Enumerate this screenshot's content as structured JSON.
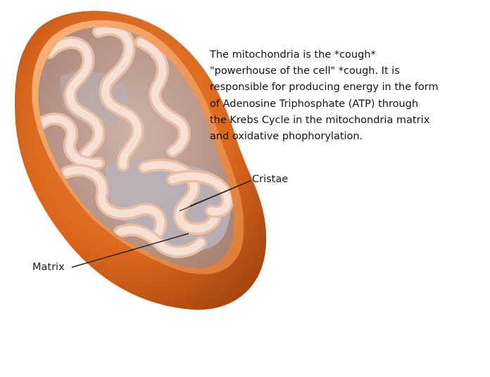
{
  "description": {
    "lines": [
      "The mitochondria is the *cough*",
      "\"powerhouse of the cell\" *cough. It is",
      "responsible for producing energy in the form",
      "of Adenosine Triphosphate (ATP) through",
      "the Krebs Cycle in the mitochondria matrix",
      "and oxidative phophorylation."
    ]
  },
  "labels": {
    "cristae": "Cristae",
    "matrix": "Matrix"
  },
  "colors": {
    "outer_membrane": "#d9661c",
    "outer_membrane_dark": "#b54d10",
    "rim": "#f2a060",
    "interior": "#c8a292",
    "cristae_fill": "#f3d7c8",
    "cristae_edge": "#d8aa94",
    "matrix": "#b7aeb1",
    "leader_line": "#222222"
  }
}
